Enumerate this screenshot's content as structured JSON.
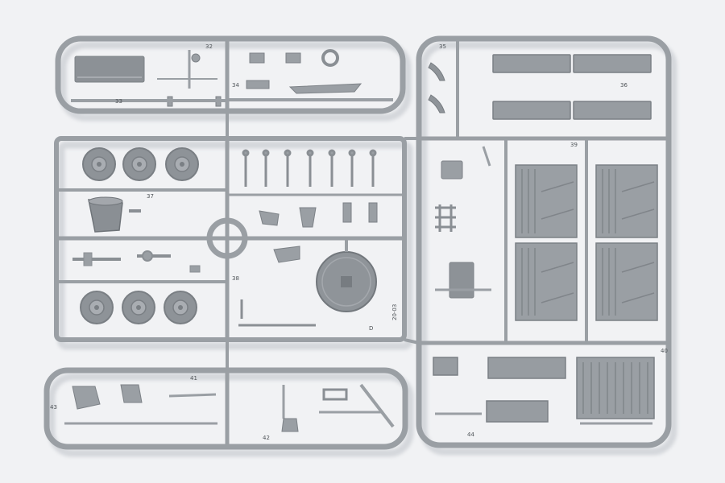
{
  "photo": {
    "subject": "",
    "colors": {
      "background": "#f1f2f4",
      "plastic": "#9a9fa4",
      "plastic_dark": "#7d8287",
      "plastic_light": "#b4b8bc",
      "shadow": "#d4d7db"
    }
  },
  "sprue_marks": {
    "left_frame": "D",
    "part_code": "20-03",
    "number_tags": [
      "32",
      "33",
      "34",
      "35",
      "36",
      "37",
      "38",
      "39",
      "40",
      "41",
      "42",
      "43",
      "44"
    ]
  }
}
